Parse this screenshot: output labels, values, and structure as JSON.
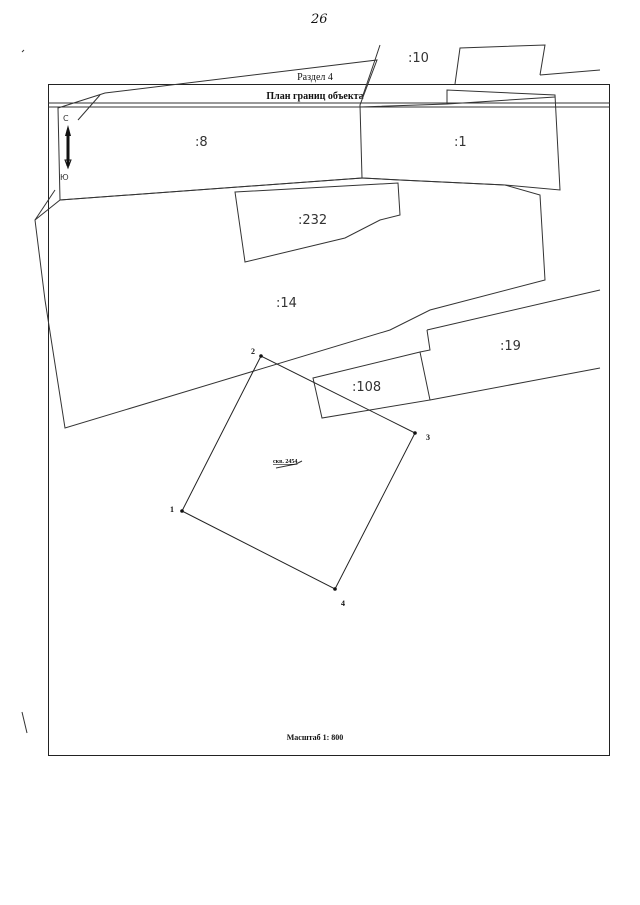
{
  "page_number": "26",
  "section_title": "Раздел 4",
  "plan_title": "План границ объекта",
  "scale": "Масштаб 1: 800",
  "north_arrow": {
    "north": "С",
    "south": "Ю"
  },
  "parcels": [
    {
      "id": "10",
      "label": ":10"
    },
    {
      "id": "8",
      "label": ":8"
    },
    {
      "id": "1",
      "label": ":1"
    },
    {
      "id": "232",
      "label": ":232"
    },
    {
      "id": "14",
      "label": ":14"
    },
    {
      "id": "19",
      "label": ":19"
    },
    {
      "id": "108",
      "label": ":108"
    }
  ],
  "boundary_points": [
    {
      "label": "1"
    },
    {
      "label": "2"
    },
    {
      "label": "3"
    },
    {
      "label": "4"
    }
  ],
  "well_label": "скв. 2454",
  "colors": {
    "line": "#333333",
    "text": "#111111"
  }
}
